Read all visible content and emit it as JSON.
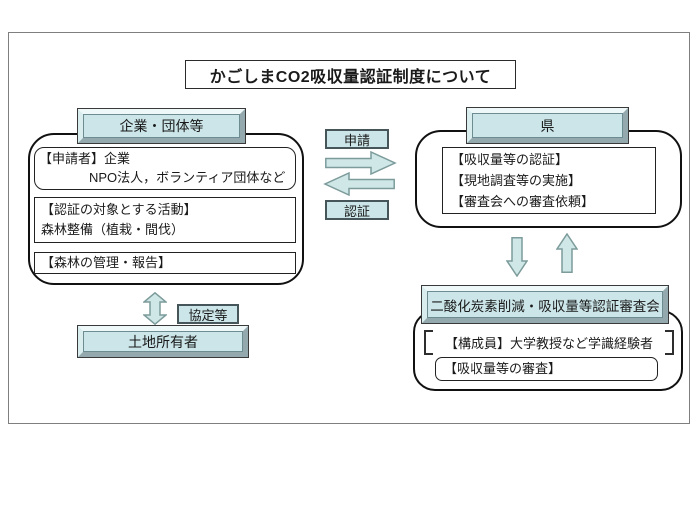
{
  "title": "かごしまCO2吸収量認証制度について",
  "left_group": {
    "header": "企業・団体等",
    "applicant_line1": "【申請者】企業",
    "applicant_line2": "NPO法人，ボランティア団体など",
    "activity_line1": "【認証の対象とする活動】",
    "activity_line2": "森林整備（植栽・間伐）",
    "management_line": "【森林の管理・報告】"
  },
  "center": {
    "apply_label": "申請",
    "certify_label": "認証"
  },
  "right_group": {
    "header": "県",
    "task_line1": "【吸収量等の認証】",
    "task_line2": "【現地調査等の実施】",
    "task_line3": "【審査会への審査依頼】"
  },
  "committee_group": {
    "header": "二酸化炭素削減・吸収量等認証審査会",
    "members_line": "【構成員】大学教授など学識経験者",
    "review_line": "【吸収量等の審査】"
  },
  "landowner_group": {
    "agreement_label": "協定等",
    "header": "土地所有者"
  },
  "colors": {
    "panel_fill": "#cbe5e8",
    "arrow_fill": "#cfe7e7",
    "arrow_stroke": "#7d9b9b",
    "bevel_light": "#eef8f9",
    "bevel_dark": "#93a9ad",
    "container_border": "#111111",
    "outer_frame_border": "#7f7f7f"
  }
}
